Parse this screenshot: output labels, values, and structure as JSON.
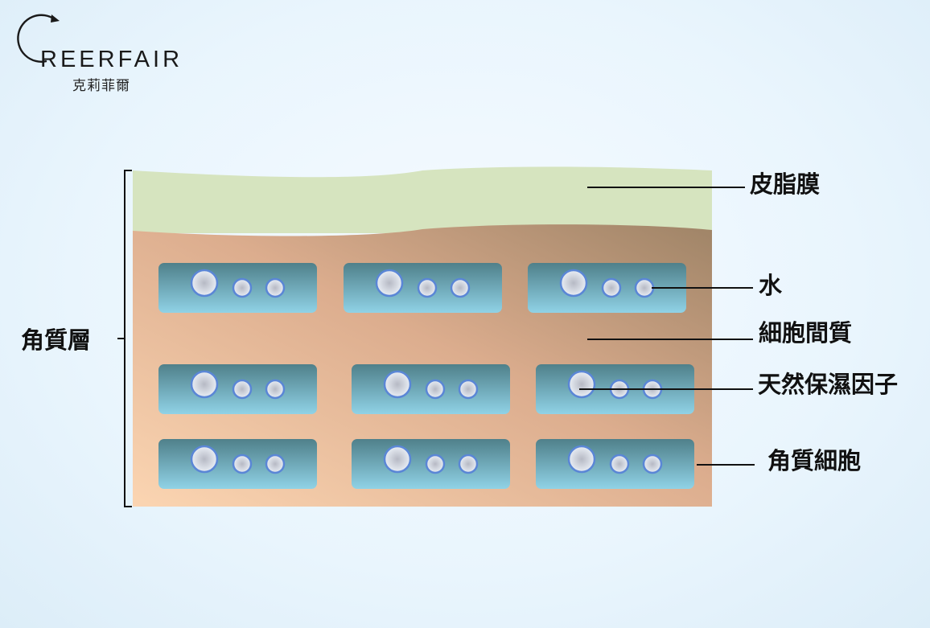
{
  "logo": {
    "wordmark": "REERFAIR",
    "subtitle": "克莉菲爾"
  },
  "diagram": {
    "bracket_label": "角質層",
    "labels": {
      "sebum": "皮脂膜",
      "water": "水",
      "intercellular": "細胞間質",
      "nmf": "天然保濕因子",
      "corneocyte": "角質細胞"
    },
    "cell_rows": 3,
    "cells_per_row": 3,
    "bubbles_per_cell": 3
  },
  "colors": {
    "sebum_layer": "#d6e4bf",
    "stratum_light": "#f9d3b0",
    "stratum_dark": "#a6876a",
    "cell_top": "#4f808a",
    "cell_bottom": "#8fd0e4",
    "bubble_ring": "#5a86d6"
  }
}
